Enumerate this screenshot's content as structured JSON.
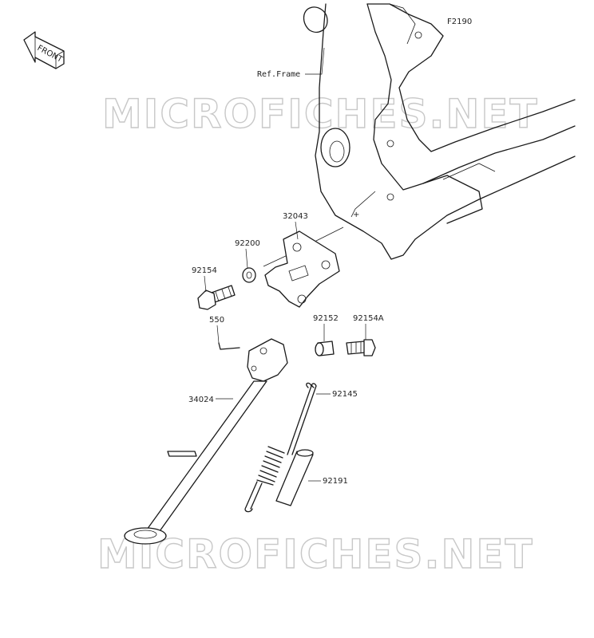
{
  "diagram": {
    "code": "F2190",
    "front_label": "FRONT",
    "ref_frame_label": "Ref.Frame",
    "watermark": "MICROFICHES.NET",
    "parts": [
      {
        "number": "32043"
      },
      {
        "number": "92200"
      },
      {
        "number": "92154"
      },
      {
        "number": "550"
      },
      {
        "number": "92152"
      },
      {
        "number": "92154A"
      },
      {
        "number": "34024"
      },
      {
        "number": "92145"
      },
      {
        "number": "92191"
      }
    ]
  }
}
